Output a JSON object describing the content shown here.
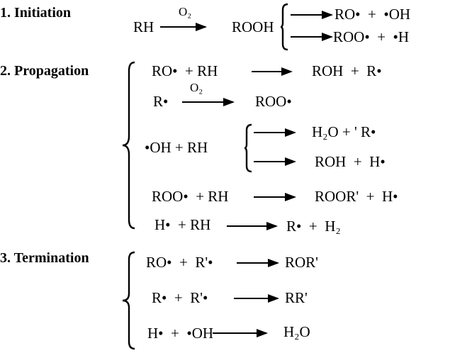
{
  "initiation": {
    "label": "1. Initiation",
    "reactant": "RH",
    "arrow_label": "O₂",
    "product": "ROOH",
    "branch1": "RO•  +  •OH",
    "branch2": "ROO•  +  •H"
  },
  "propagation": {
    "label": "2. Propagation",
    "r1": {
      "left": "RO•  + RH",
      "right": "ROH  +  R•"
    },
    "r2": {
      "left": "R•",
      "arrow_label": "O₂",
      "right": "ROO•"
    },
    "r3": {
      "left": "•OH + RH",
      "right1": "H₂O + ' R•",
      "right2": "ROH  +  H•"
    },
    "r4": {
      "left": "ROO•  + RH",
      "right": "ROOR'  +  H•"
    },
    "r5": {
      "left": "H•  + RH",
      "right": "R•  +  H₂"
    }
  },
  "termination": {
    "label": "3. Termination",
    "r1": {
      "left": "RO•  +  R'•",
      "right": "ROR'"
    },
    "r2": {
      "left": "R•  +  R'•",
      "right": "RR'"
    },
    "r3": {
      "left": "H•  +  •OH",
      "right": "H₂O"
    }
  }
}
